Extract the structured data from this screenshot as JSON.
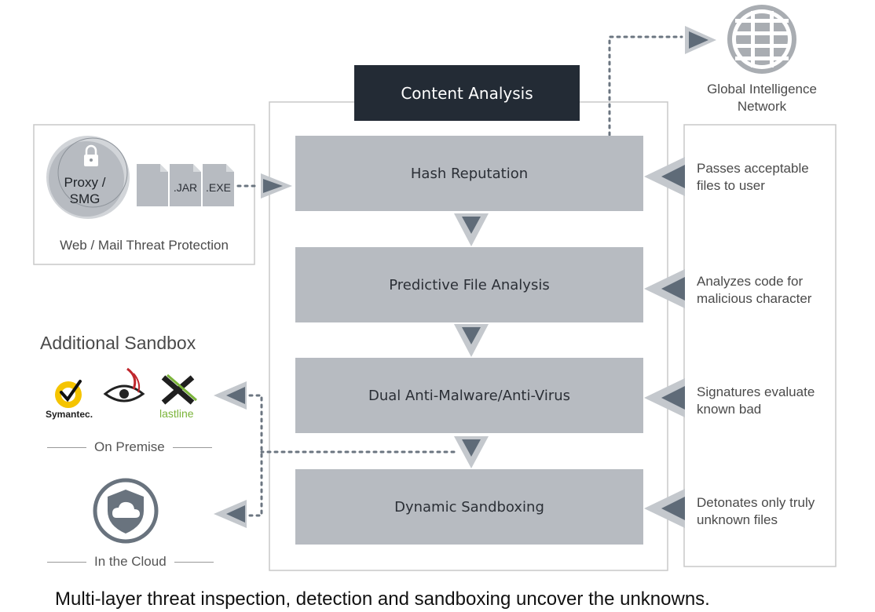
{
  "header": {
    "title": "Content Analysis"
  },
  "global_network": {
    "label_line1": "Global Intelligence",
    "label_line2": "Network"
  },
  "source": {
    "proxy_line1": "Proxy /",
    "proxy_line2": "SMG",
    "files": [
      ".JAR",
      ".EXE"
    ],
    "caption": "Web / Mail Threat Protection"
  },
  "stages": [
    {
      "label": "Hash Reputation",
      "desc_line1": "Passes acceptable",
      "desc_line2": "files to user"
    },
    {
      "label": "Predictive File Analysis",
      "desc_line1": "Analyzes code for",
      "desc_line2": "malicious character"
    },
    {
      "label": "Dual Anti-Malware/Anti-Virus",
      "desc_line1": "Signatures evaluate",
      "desc_line2": "known bad"
    },
    {
      "label": "Dynamic Sandboxing",
      "desc_line1": "Detonates only truly",
      "desc_line2": "unknown files"
    }
  ],
  "sandbox": {
    "title": "Additional Sandbox",
    "vendors": [
      "Symantec.",
      "lastline"
    ],
    "on_premise": "On Premise",
    "in_cloud": "In the Cloud"
  },
  "caption": "Multi-layer threat inspection, detection and sandboxing uncover the unknowns.",
  "colors": {
    "stage": "#b7bbc1",
    "header": "#232b35",
    "arrow": "#5f6b78",
    "arrow_light": "#c4c8cd"
  }
}
